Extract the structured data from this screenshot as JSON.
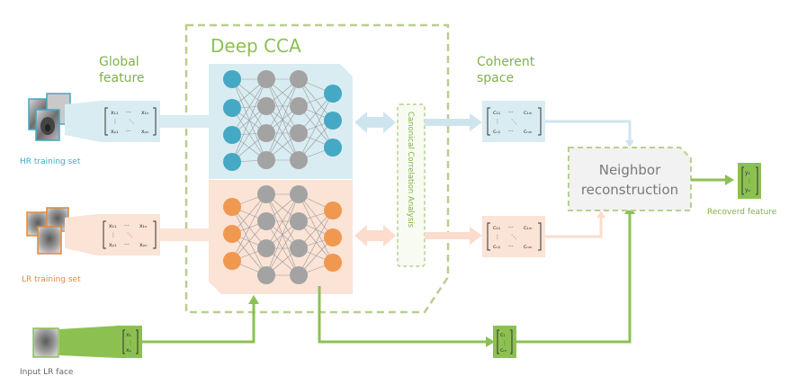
{
  "labels": {
    "deep_cca": "Deep CCA",
    "global_feature_1": "Global",
    "global_feature_2": "feature",
    "coherent_space_1": "Coherent",
    "coherent_space_2": "space",
    "hr_training_set": "HR training set",
    "lr_training_set": "LR training set",
    "input_lr_face": "Input LR face",
    "neighbor_1": "Neighbor",
    "neighbor_2": "reconstruction",
    "cca_analysis": "Canonical Correlation Analysis",
    "recovered_feature": "Recoverd feature"
  },
  "colors": {
    "green": "#8cc152",
    "green_text": "#7fb24a",
    "dashed": "#b9cf8e",
    "blue_panel": "#d9ecf2",
    "blue_node": "#45a8c4",
    "orange_panel": "#fbe3d6",
    "orange_node": "#f0984f",
    "gray_node": "#a3a3a3",
    "light_blue_arrow": "#cfe5ee",
    "light_orange_arrow": "#fbdccd"
  }
}
